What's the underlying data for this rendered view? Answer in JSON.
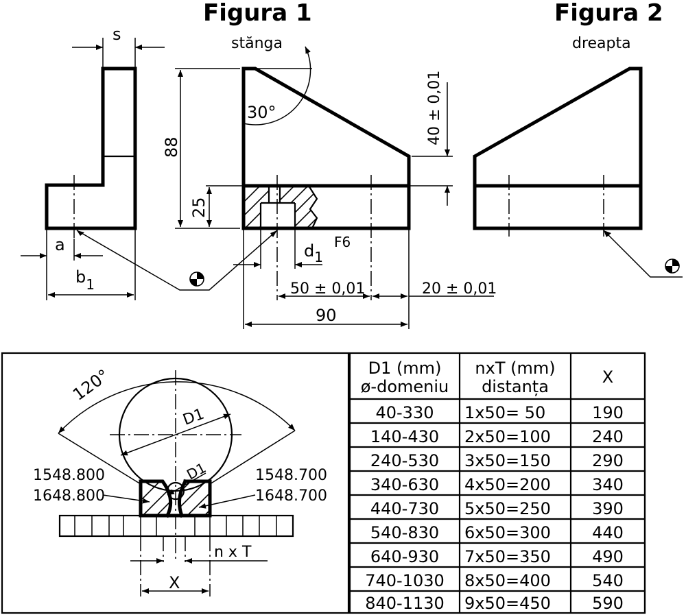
{
  "figures": {
    "fig1": {
      "title": "Figura 1",
      "subtitle": "stănga"
    },
    "fig2": {
      "title": "Figura 2",
      "subtitle": "dreapta"
    }
  },
  "dimensions": {
    "s": "s",
    "height_88": "88",
    "height_25": "25",
    "angle_30": "30°",
    "height_40": "40 ± 0,01",
    "a": "a",
    "b": "b",
    "b_sub": "1",
    "d": "d",
    "d_sub": "1",
    "fit": "F6",
    "dist_50": "50 ± 0,01",
    "dist_20": "20 ± 0,01",
    "width_90": "90"
  },
  "detail": {
    "angle_120": "120°",
    "d1_large": "D1",
    "d1_small": "D1",
    "left_code_1": "1548.800",
    "left_code_2": "1648.800",
    "right_code_1": "1548.700",
    "right_code_2": "1648.700",
    "n_x_t": "n  x  T",
    "x_label": "X"
  },
  "table": {
    "headers": [
      {
        "line1": "D1  (mm)",
        "line2": "ø-domeniu"
      },
      {
        "line1": "nxT  (mm)",
        "line2": "distanța"
      },
      {
        "line1": "X",
        "line2": ""
      }
    ],
    "rows": [
      [
        "40-330",
        "1x50=  50",
        "190"
      ],
      [
        "140-430",
        "2x50=100",
        "240"
      ],
      [
        "240-530",
        "3x50=150",
        "290"
      ],
      [
        "340-630",
        "4x50=200",
        "340"
      ],
      [
        "440-730",
        "5x50=250",
        "390"
      ],
      [
        "540-830",
        "6x50=300",
        "440"
      ],
      [
        "640-930",
        "7x50=350",
        "490"
      ],
      [
        "740-1030",
        "8x50=400",
        "540"
      ],
      [
        "840-1130",
        "9x50=450",
        "590"
      ]
    ]
  }
}
